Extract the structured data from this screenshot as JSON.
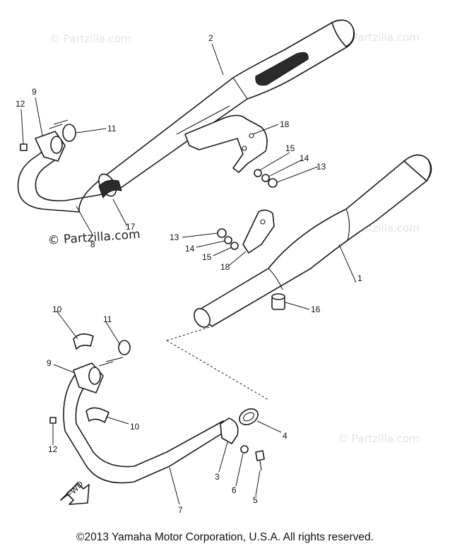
{
  "watermarks": [
    {
      "id": "wm-top-left",
      "text": "© Partzilla.com"
    },
    {
      "id": "wm-top-right",
      "text": "© Partzilla.com"
    },
    {
      "id": "wm-middle-right",
      "text": "© Partzilla.com"
    },
    {
      "id": "wm-lower-right",
      "text": "© Partzilla.com"
    },
    {
      "id": "wm-center",
      "text": "© Partzilla.com"
    }
  ],
  "callouts": {
    "n1": "1",
    "n2": "2",
    "n3": "3",
    "n4": "4",
    "n5": "5",
    "n6": "6",
    "n7": "7",
    "n8": "8",
    "n9a": "9",
    "n9b": "9",
    "n10a": "10",
    "n10b": "10",
    "n11a": "11",
    "n11b": "11",
    "n12a": "12",
    "n12b": "12",
    "n13a": "13",
    "n13b": "13",
    "n14a": "14",
    "n14b": "14",
    "n15a": "15",
    "n15b": "15",
    "n16": "16",
    "n17": "17",
    "n18a": "18",
    "n18b": "18"
  },
  "fwd_label": "FWD",
  "copyright": "©2013  Yamaha Motor Corporation, U.S.A. All rights reserved."
}
